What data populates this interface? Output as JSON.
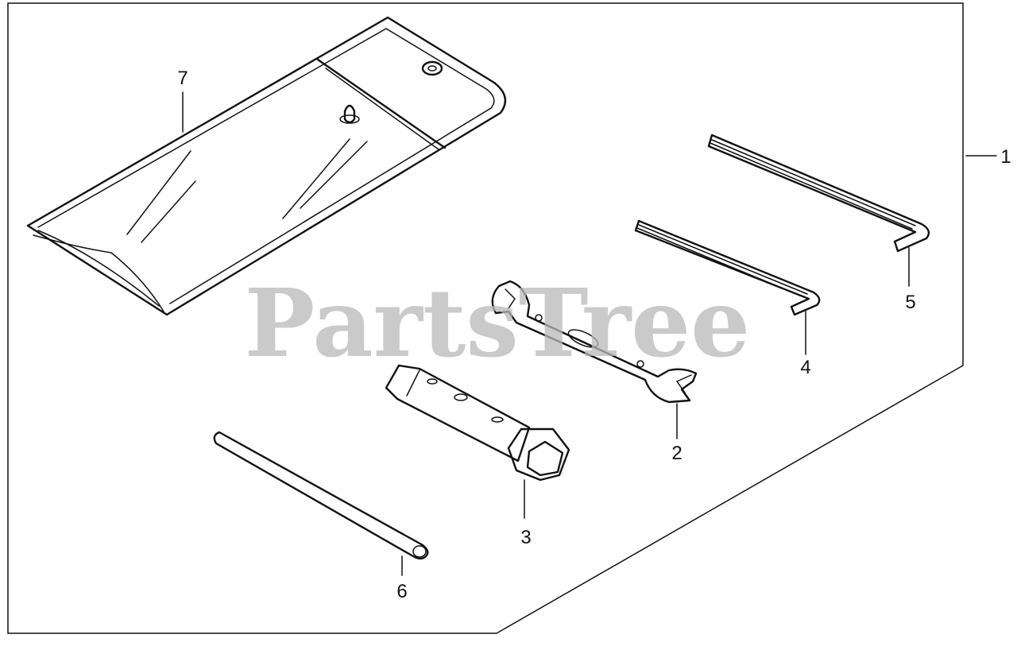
{
  "watermark": {
    "text": "PartsTree"
  },
  "callouts": [
    {
      "id": "1",
      "label": "1"
    },
    {
      "id": "2",
      "label": "2"
    },
    {
      "id": "3",
      "label": "3"
    },
    {
      "id": "4",
      "label": "4"
    },
    {
      "id": "5",
      "label": "5"
    },
    {
      "id": "6",
      "label": "6"
    },
    {
      "id": "7",
      "label": "7"
    }
  ],
  "colors": {
    "ink": "#111111",
    "watermark": "#b9b9b9",
    "background": "#ffffff"
  }
}
